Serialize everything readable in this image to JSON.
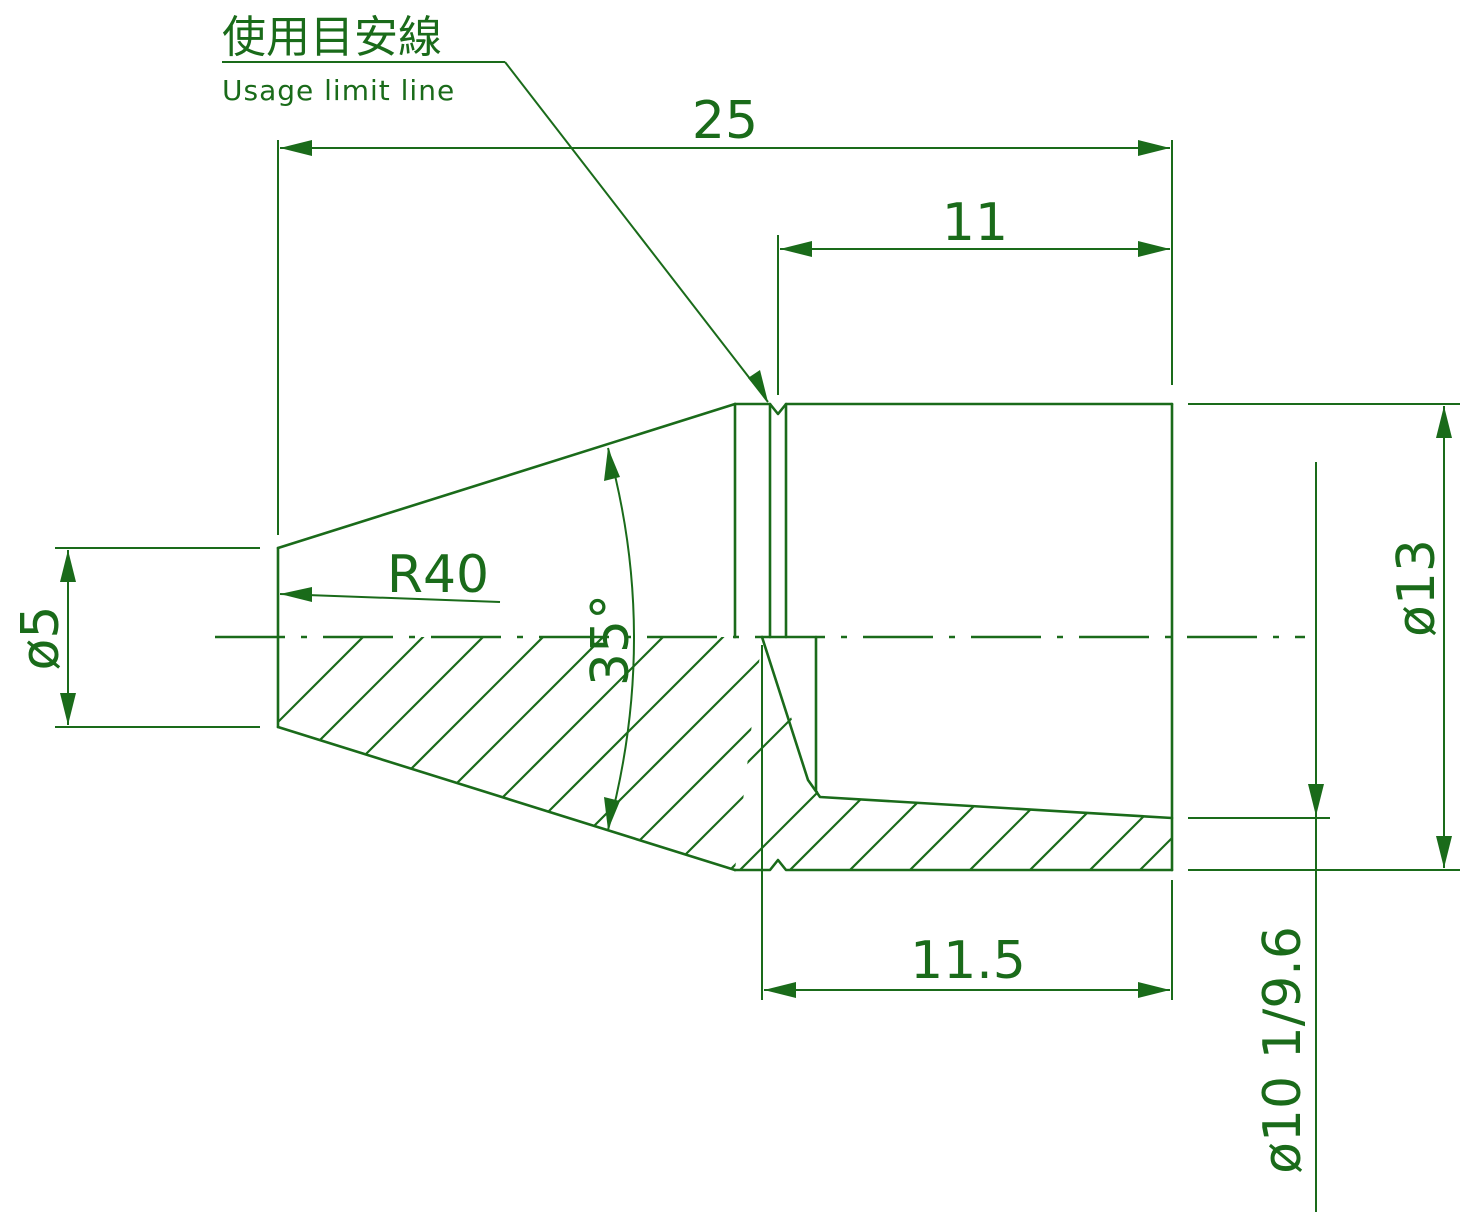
{
  "annotation": {
    "label_jp": "使用目安線",
    "label_en": "Usage limit line"
  },
  "dimensions": {
    "overall_length": "25",
    "shank_length": "11",
    "bore_depth": "11.5",
    "radius": "R40",
    "angle": "35°",
    "tip_diameter": "ø5",
    "outer_diameter": "ø13",
    "bore_diameter": "ø10 1/9.6"
  },
  "colors": {
    "line": "#1a6b1a",
    "background": "#ffffff"
  }
}
